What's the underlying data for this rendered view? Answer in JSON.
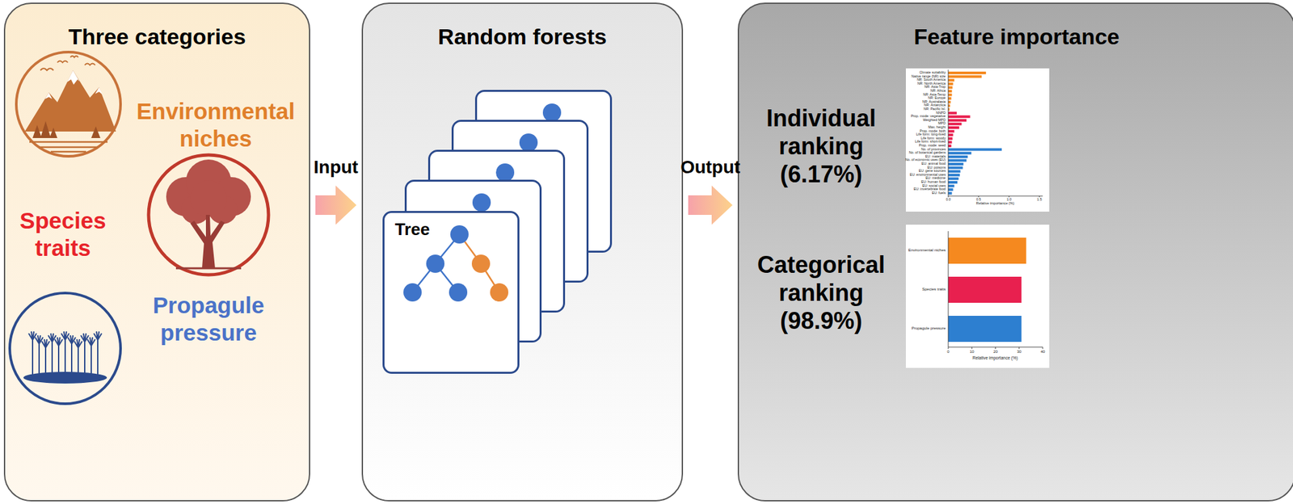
{
  "diagram": {
    "nodes": [
      {
        "text": [
          "Three categories"
        ]
      },
      {
        "text": [
          "Random forests"
        ]
      },
      {
        "text": [
          "Tree"
        ],
        "in": 1
      },
      {
        "text": [
          "Feature importance"
        ]
      }
    ],
    "edges": [
      {
        "from": 0,
        "to": 1,
        "arrow": "to",
        "label": "Input"
      },
      {
        "from": 1,
        "to": 3,
        "arrow": "to",
        "label": "Output"
      }
    ],
    "labels": [
      "Environmental niches",
      "Species traits",
      "Propagule pressure",
      "Individual ranking (6.17%)",
      "Categorical ranking (98.9%)",
      "Climate suitability",
      "Native range (NR) size",
      "NR: South America",
      "NR: North America",
      "NR: Asia-Trop",
      "NR: Africa",
      "NR: Asia-Temp",
      "NR: Europe",
      "NR: Australasia",
      "NR: Antarctica",
      "NR: Pacific Isl.",
      "NNPD",
      "Prop. mode: vegetative",
      "Weighted MPD",
      "MPD",
      "Max. height",
      "Prop. mode: both",
      "Life form: long-lived",
      "Life form: woody",
      "Life form: short-lived",
      "Prop. mode: seed",
      "No. of provinces",
      "No. of botanical gardens",
      "EU: materials",
      "No. of economic uses (EU)",
      "EU: animal food",
      "EU: poisons",
      "EU: gene sources",
      "EU: environmental uses",
      "EU: medicine",
      "EU: human food",
      "EU: social uses",
      "EU: invertebrate food",
      "EU: fuels",
      "0.0",
      "0.5",
      "1.0",
      "1.5",
      "Relative importance (%)",
      "Environmental niches",
      "Species traits",
      "Propagule pressure",
      "0",
      "10",
      "20",
      "30",
      "40",
      "Relative importance (%)"
    ]
  }
}
